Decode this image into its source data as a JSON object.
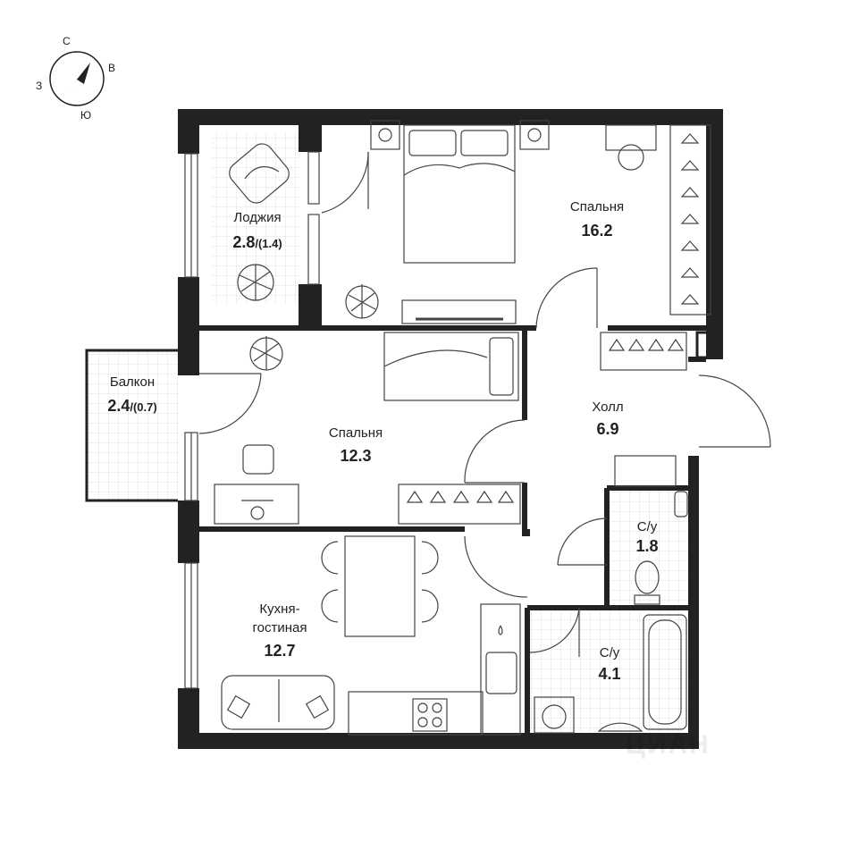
{
  "compass": {
    "north": "С",
    "east": "В",
    "south": "Ю",
    "west": "З"
  },
  "rooms": {
    "loggia": {
      "name": "Лоджия",
      "area": "2.8",
      "sub": "/(1.4)"
    },
    "balcony": {
      "name": "Балкон",
      "area": "2.4",
      "sub": "/(0.7)"
    },
    "bedroom1": {
      "name": "Спальня",
      "area": "16.2"
    },
    "bedroom2": {
      "name": "Спальня",
      "area": "12.3"
    },
    "hall": {
      "name": "Холл",
      "area": "6.9"
    },
    "wc": {
      "name": "С/у",
      "area": "1.8"
    },
    "bath": {
      "name": "С/у",
      "area": "4.1"
    },
    "kitchen": {
      "name1": "Кухня-",
      "name2": "гостиная",
      "area": "12.7"
    }
  },
  "watermark": "ЦИАН"
}
